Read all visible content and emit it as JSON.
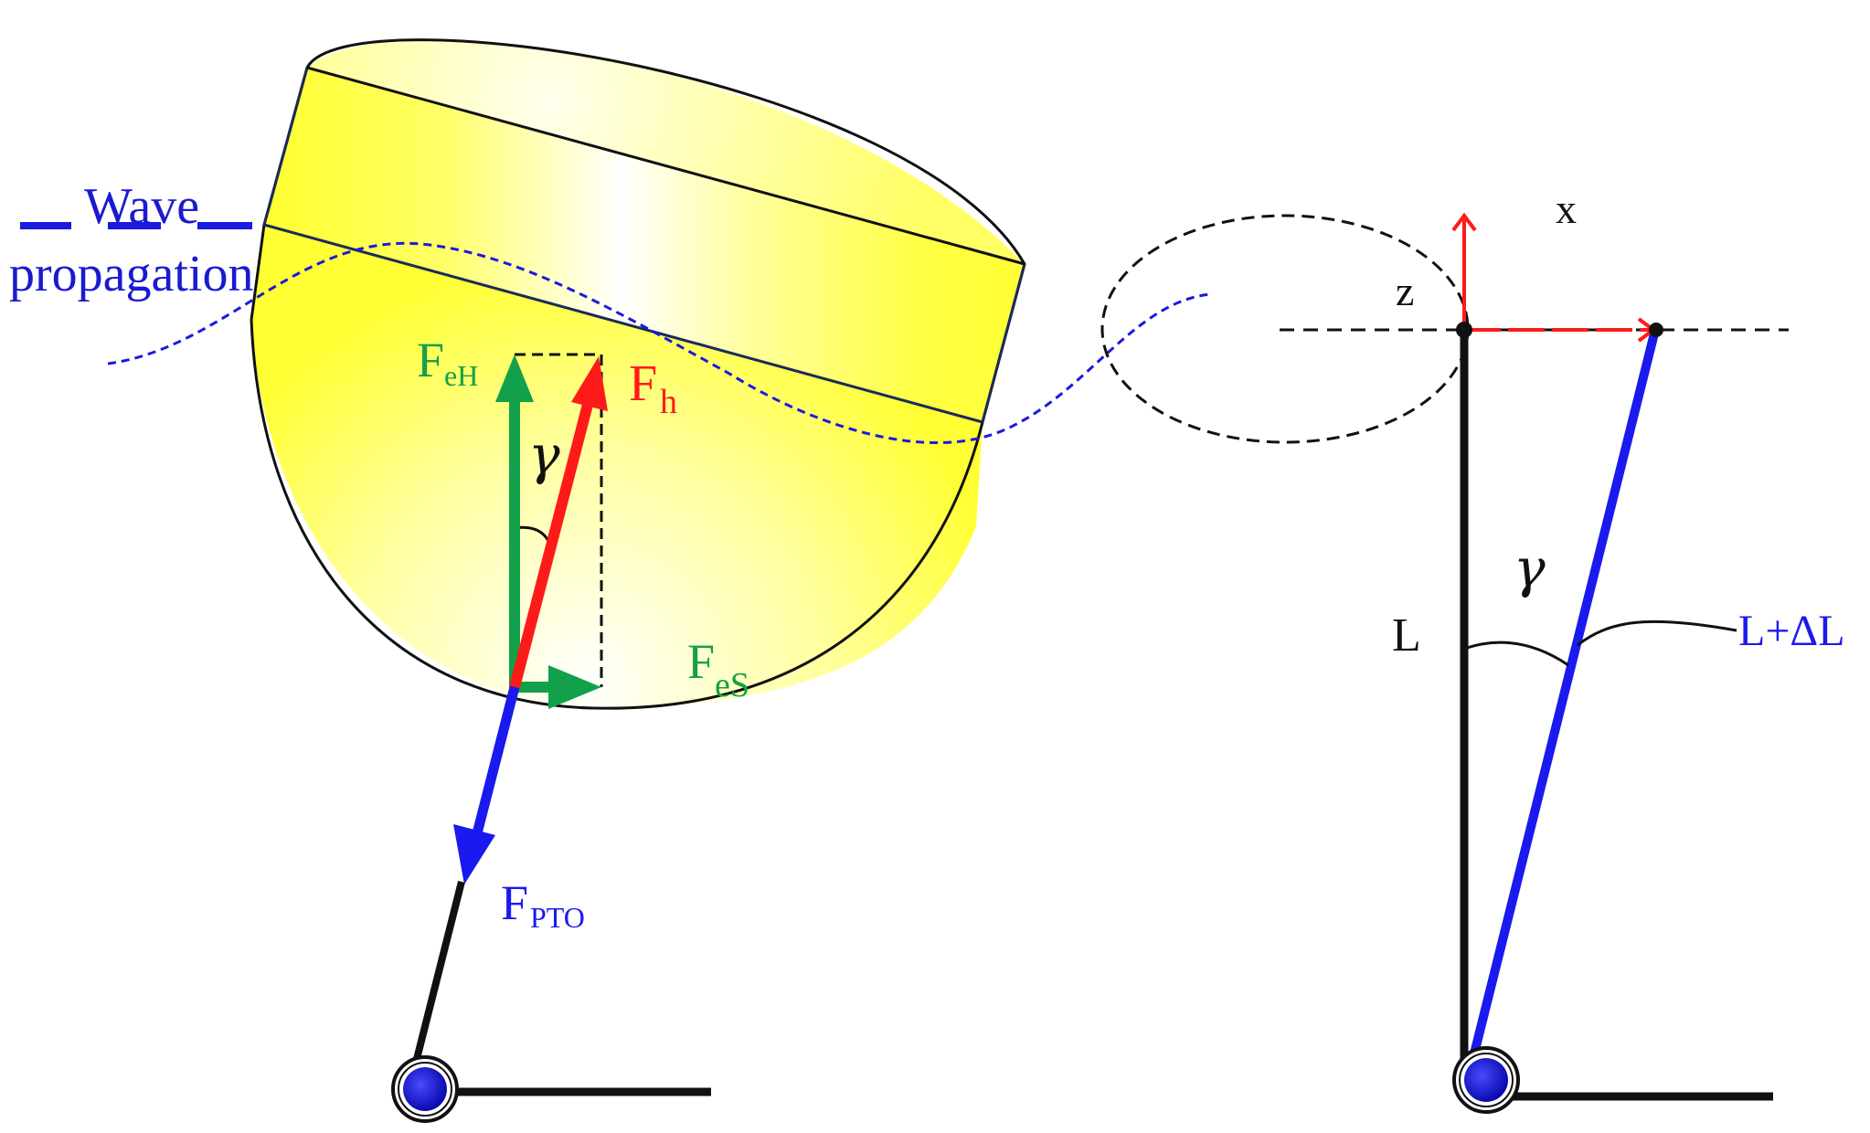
{
  "labels": {
    "wave_line1": "Wave",
    "wave_line2": "propagation",
    "f_eh_main": "F",
    "f_eh_sub": "eH",
    "f_h_main": "F",
    "f_h_sub": "h",
    "gamma_left": "γ",
    "f_es_main": "F",
    "f_es_sub": "eS",
    "f_pto_main": "F",
    "f_pto_sub": "PTO",
    "x_axis": "x",
    "z_axis": "z",
    "length": "L",
    "gamma_right": "γ",
    "length_extended": "L+ΔL"
  },
  "colors": {
    "green_force": "#13a04a",
    "red_force": "#ff1a1a",
    "blue_force": "#1a1aee",
    "wave_text": "#1a1ad0",
    "buoy_yellow": "#ffff33"
  }
}
